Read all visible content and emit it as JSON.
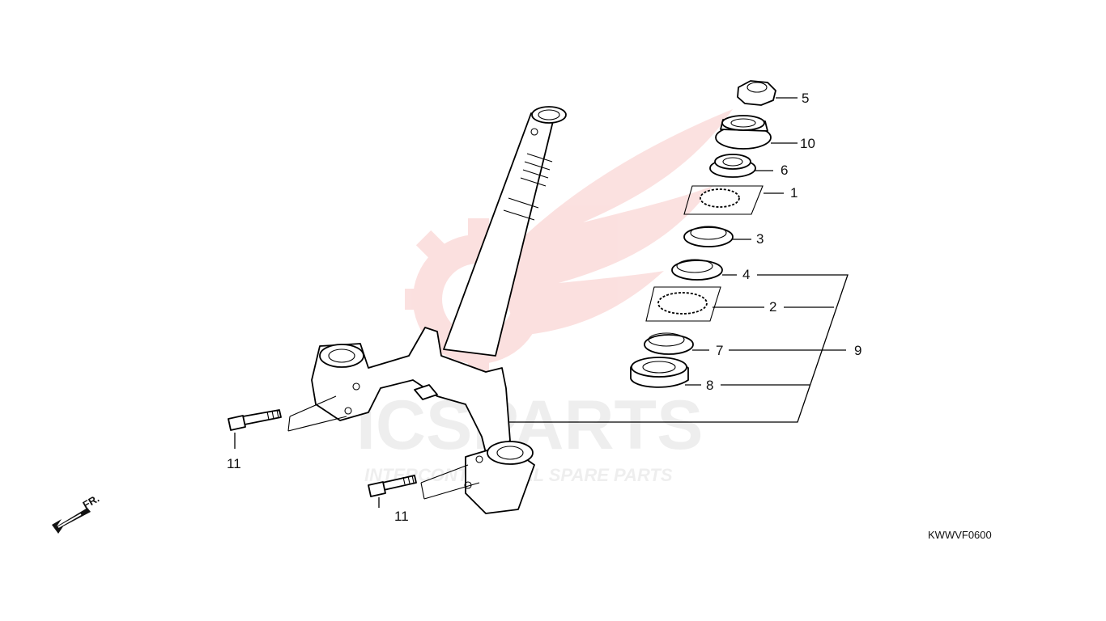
{
  "diagram": {
    "callouts": {
      "c1": "1",
      "c2": "2",
      "c3": "3",
      "c4": "4",
      "c5": "5",
      "c6": "6",
      "c7": "7",
      "c8": "8",
      "c9": "9",
      "c10": "10",
      "c11a": "11",
      "c11b": "11"
    },
    "front_marker": "FR.",
    "diagram_code": "KWWVF0600"
  },
  "watermark": {
    "brand": "ICSPARTS",
    "tagline": "INTERCONTINENTAL SPARE PARTS",
    "color_red": "#e8463c",
    "color_gray": "#9a9a9a"
  }
}
